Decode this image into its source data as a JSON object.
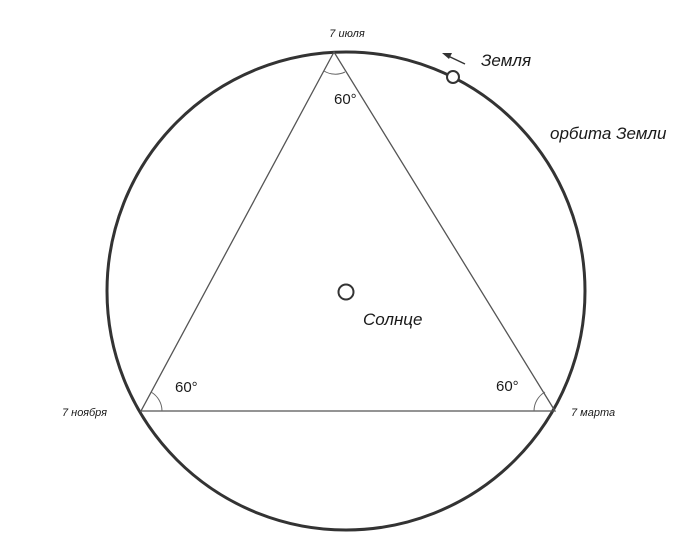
{
  "labels": {
    "earth": "Земля",
    "orbit": "орбита Земли",
    "sun": "Солнце",
    "date_top": "7 июля",
    "date_left": "7 ноября",
    "date_right": "7 марта"
  },
  "angles": {
    "top": "60°",
    "left": "60°",
    "right": "60°"
  },
  "colors": {
    "stroke": "#333333",
    "text": "#1a1a1a"
  }
}
